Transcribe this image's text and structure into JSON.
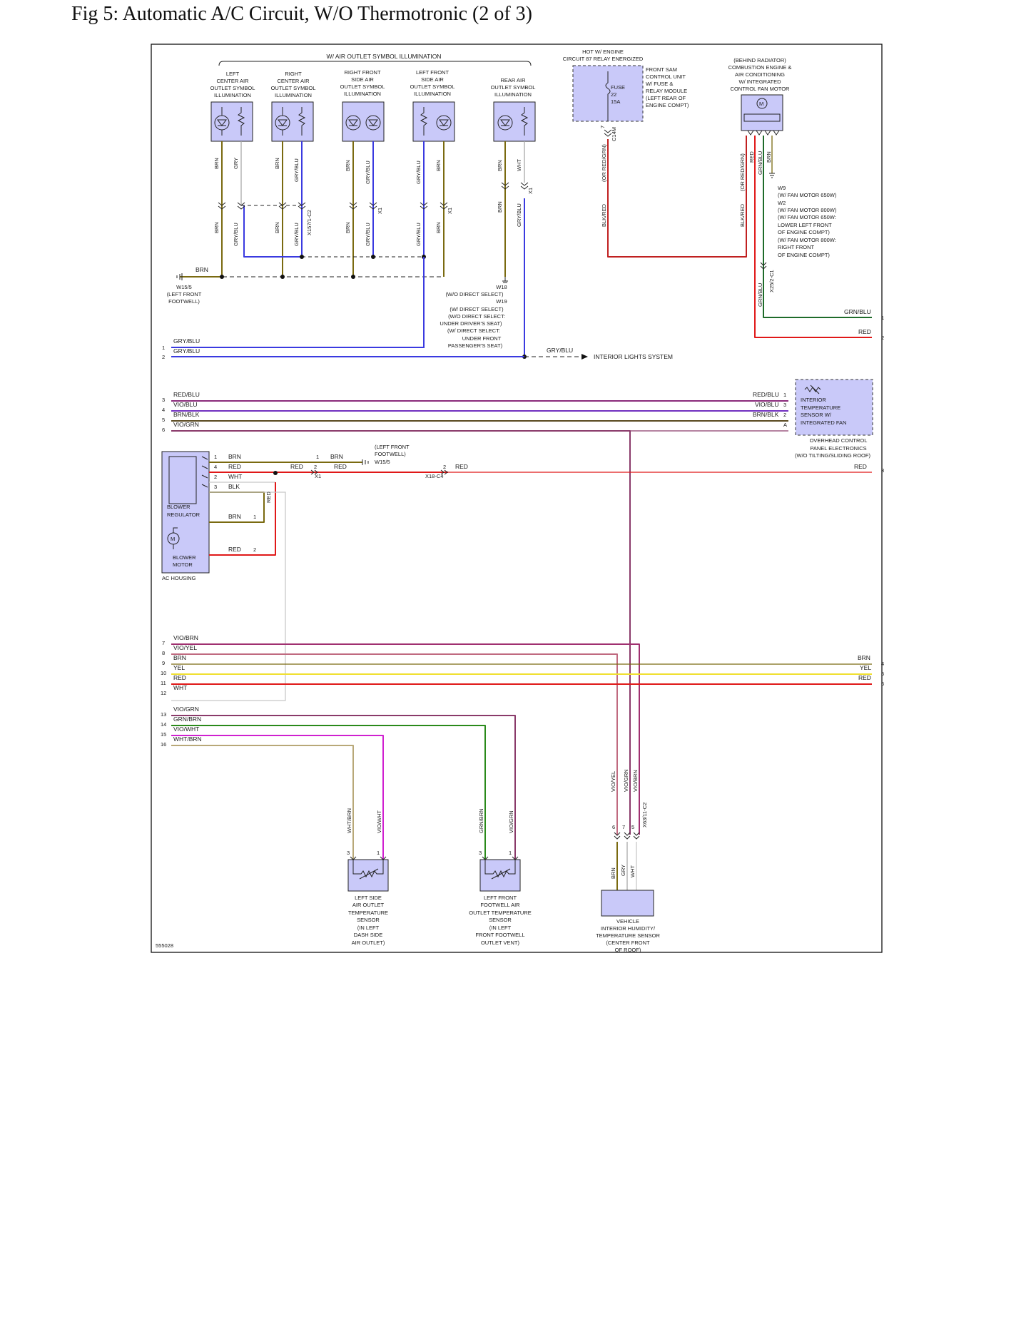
{
  "title": "Fig 5: Automatic A/C Circuit, W/O Thermotronic (2 of 3)",
  "diagram_id": "555028",
  "colors": {
    "brn": "#7a6a10",
    "gry": "#a9a9a9",
    "gry_blu": "#3a3ae0",
    "red": "#e01818",
    "blk_red": "#c02020",
    "grn_blu": "#1e6b2a",
    "vio": "#8a2a7a",
    "vio_blu": "#7030c0",
    "brn_blk": "#5a4a20",
    "vio_grn": "#8a3a6a",
    "vio_brn": "#a03070",
    "vio_yel": "#c06a80",
    "yel": "#f0e030",
    "wht": "#c8c8c8",
    "grn": "#2a8a1a",
    "vio_wht": "#d020d0",
    "wht_brn": "#b8a878",
    "component_fill": "#c9c9f9"
  },
  "labels": {
    "air_outlet_group": "W/ AIR OUTLET SYMBOL ILLUMINATION",
    "hot_engine": [
      "HOT W/ ENGINE",
      "CIRCUIT 87 RELAY ENERGIZED"
    ],
    "front_sam": [
      "FRONT SAM",
      "CONTROL UNIT",
      "W/ FUSE &",
      "RELAY MODULE",
      "(LEFT REAR OF",
      "ENGINE COMPT)"
    ],
    "fuse": [
      "FUSE",
      "22",
      "15A"
    ],
    "fan_motor": [
      "(BEHIND RADIATOR)",
      "COMBUSTION ENGINE &",
      "AIR CONDITIONING",
      "W/ INTEGRATED",
      "CONTROL FAN MOTOR"
    ],
    "fan_notes": [
      "W9",
      "(W/ FAN MOTOR 650W)",
      "W2",
      "(W/ FAN MOTOR 800W)",
      "(W/ FAN MOTOR 650W:",
      "LOWER LEFT FRONT",
      "OF ENGINE COMPT)",
      "(W/ FAN MOTOR 800W:",
      "RIGHT FRONT",
      "OF ENGINE COMPT)"
    ],
    "outlets": [
      [
        "LEFT",
        "CENTER AIR",
        "OUTLET SYMBOL",
        "ILLUMINATION"
      ],
      [
        "RIGHT",
        "CENTER AIR",
        "OUTLET SYMBOL",
        "ILLUMINATION"
      ],
      [
        "RIGHT FRONT",
        "SIDE AIR",
        "OUTLET SYMBOL",
        "ILLUMINATION"
      ],
      [
        "LEFT FRONT",
        "SIDE AIR",
        "OUTLET SYMBOL",
        "ILLUMINATION"
      ],
      [
        "REAR AIR",
        "OUTLET SYMBOL",
        "ILLUMINATION"
      ]
    ],
    "w15_5": [
      "W15/5",
      "(LEFT FRONT",
      "FOOTWELL)"
    ],
    "w18_w19": [
      "W18",
      "(W/O DIRECT SELECT)",
      "W19",
      "(W/ DIRECT SELECT)",
      "(W/O DIRECT SELECT:",
      "UNDER DRIVER'S SEAT)",
      "(W/ DIRECT SELECT:",
      "UNDER FRONT",
      "PASSENGER'S SEAT)"
    ],
    "interior_lights": "INTERIOR LIGHTS SYSTEM",
    "interior_temp": [
      "INTERIOR",
      "TEMPERATURE",
      "SENSOR W/",
      "INTEGRATED FAN"
    ],
    "overhead": [
      "OVERHEAD CONTROL",
      "PANEL ELECTRONICS",
      "(W/O TILTING/SLIDING ROOF)"
    ],
    "blower_regulator": [
      "BLOWER",
      "REGULATOR"
    ],
    "blower_motor": [
      "BLOWER",
      "MOTOR"
    ],
    "ac_housing": "AC HOUSING",
    "left_footwell_ground": [
      "(LEFT FRONT",
      "FOOTWELL)",
      "W15/5"
    ],
    "left_side_sensor": [
      "LEFT SIDE",
      "AIR OUTLET",
      "TEMPERATURE",
      "SENSOR",
      "(IN LEFT",
      "DASH SIDE",
      "AIR OUTLET)"
    ],
    "left_footwell_sensor": [
      "LEFT FRONT",
      "FOOTWELL AIR",
      "OUTLET TEMPERATURE",
      "SENSOR",
      "(IN LEFT",
      "FRONT FOOTWELL",
      "OUTLET VENT)"
    ],
    "humidity_sensor": [
      "VEHICLE",
      "INTERIOR HUMIDITY/",
      "TEMPERATURE SENSOR",
      "(CENTER FRONT",
      "OF ROOF)"
    ],
    "connectors": {
      "x1": "X1",
      "x157": "X157/1-C2",
      "x18": "X18-C4",
      "x63": "X63/11-C2",
      "c14m": "C14M",
      "x25": "X25/2-C1",
      "a": "A"
    },
    "wires": {
      "brn": "BRN",
      "gry": "GRY",
      "gry_blu": "GRY/BLU",
      "wht": "WHT",
      "red": "RED",
      "blk": "BLK",
      "blk_red": "BLK/RED",
      "or_red_grn": "(OR RED/GRN)",
      "grn_blu": "GRN/BLU",
      "red_blu": "RED/BLU",
      "vio_blu": "VIO/BLU",
      "brn_blk": "BRN/BLK",
      "vio_grn": "VIO/GRN",
      "vio_brn": "VIO/BRN",
      "vio_yel": "VIO/YEL",
      "yel": "YEL",
      "grn_brn": "GRN/BRN",
      "vio_wht": "VIO/WHT",
      "wht_brn": "WHT/BRN"
    },
    "left_edge_pins": [
      "1",
      "2",
      "3",
      "4",
      "5",
      "6",
      "7",
      "8",
      "9",
      "10",
      "11",
      "12",
      "13",
      "14",
      "15",
      "16"
    ],
    "right_edge_pins": [
      "1",
      "2",
      "3",
      "4",
      "5",
      "6"
    ],
    "pin_digits": [
      "1",
      "2",
      "3",
      "4",
      "5",
      "6",
      "7"
    ]
  }
}
